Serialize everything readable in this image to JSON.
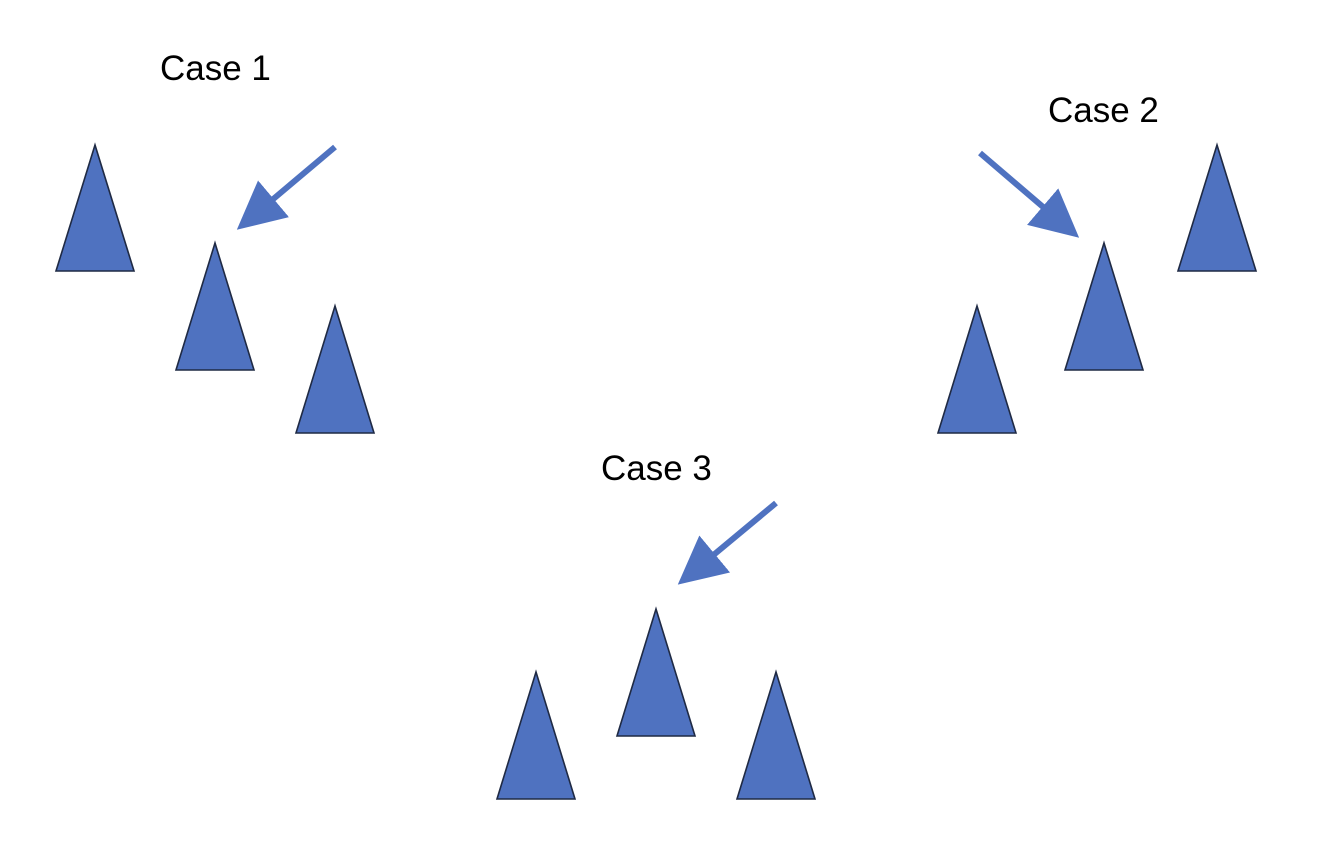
{
  "colors": {
    "triangle_fill": "#4f72c0",
    "triangle_stroke": "#1f2a44",
    "arrow": "#4f72c0",
    "background": "#ffffff",
    "text": "#000000"
  },
  "cases": [
    {
      "label": "Case 1",
      "shapes": [
        "triangle",
        "triangle",
        "triangle"
      ],
      "arrow_target": "middle triangle"
    },
    {
      "label": "Case 2",
      "shapes": [
        "triangle",
        "triangle",
        "triangle"
      ],
      "arrow_target": "middle triangle"
    },
    {
      "label": "Case 3",
      "shapes": [
        "triangle",
        "triangle",
        "triangle"
      ],
      "arrow_target": "middle triangle"
    }
  ]
}
